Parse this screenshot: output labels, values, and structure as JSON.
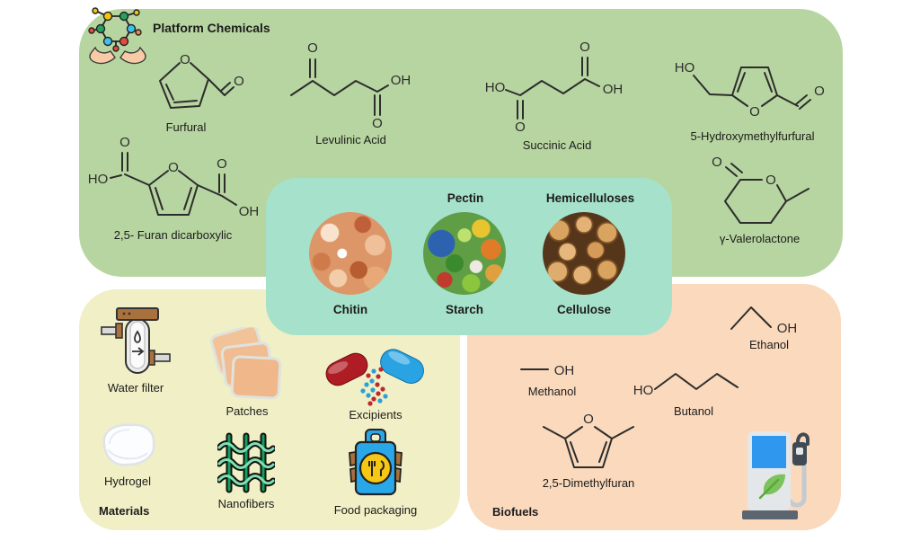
{
  "colors": {
    "platform_bg": "#b7d5a0",
    "feedstock_bg": "#a6e1cc",
    "materials_bg": "#f0efc5",
    "biofuels_bg": "#fad9bd",
    "bond": "#2d2d2d"
  },
  "atoms": {
    "O": "O",
    "OH": "OH",
    "HO": "HO"
  },
  "platform": {
    "title": "Platform Chemicals",
    "furfural": "Furfural",
    "levulinic": "Levulinic Acid",
    "succinic": "Succinic Acid",
    "hmf": "5-Hydroxymethylfurfural",
    "fdca": "2,5- Furan dicarboxylic",
    "gvl": "γ-Valerolactone"
  },
  "feedstocks": {
    "pectin": "Pectin",
    "hemicelluloses": "Hemicelluloses",
    "chitin": "Chitin",
    "starch": "Starch",
    "cellulose": "Cellulose"
  },
  "materials": {
    "title": "Materials",
    "water_filter": "Water filter",
    "patches": "Patches",
    "excipients": "Excipients",
    "hydrogel": "Hydrogel",
    "nanofibers": "Nanofibers",
    "food_packaging": "Food packaging"
  },
  "biofuels": {
    "title": "Biofuels",
    "ethanol": "Ethanol",
    "methanol": "Methanol",
    "butanol": "Butanol",
    "dmf": "2,5-Dimethylfuran"
  }
}
